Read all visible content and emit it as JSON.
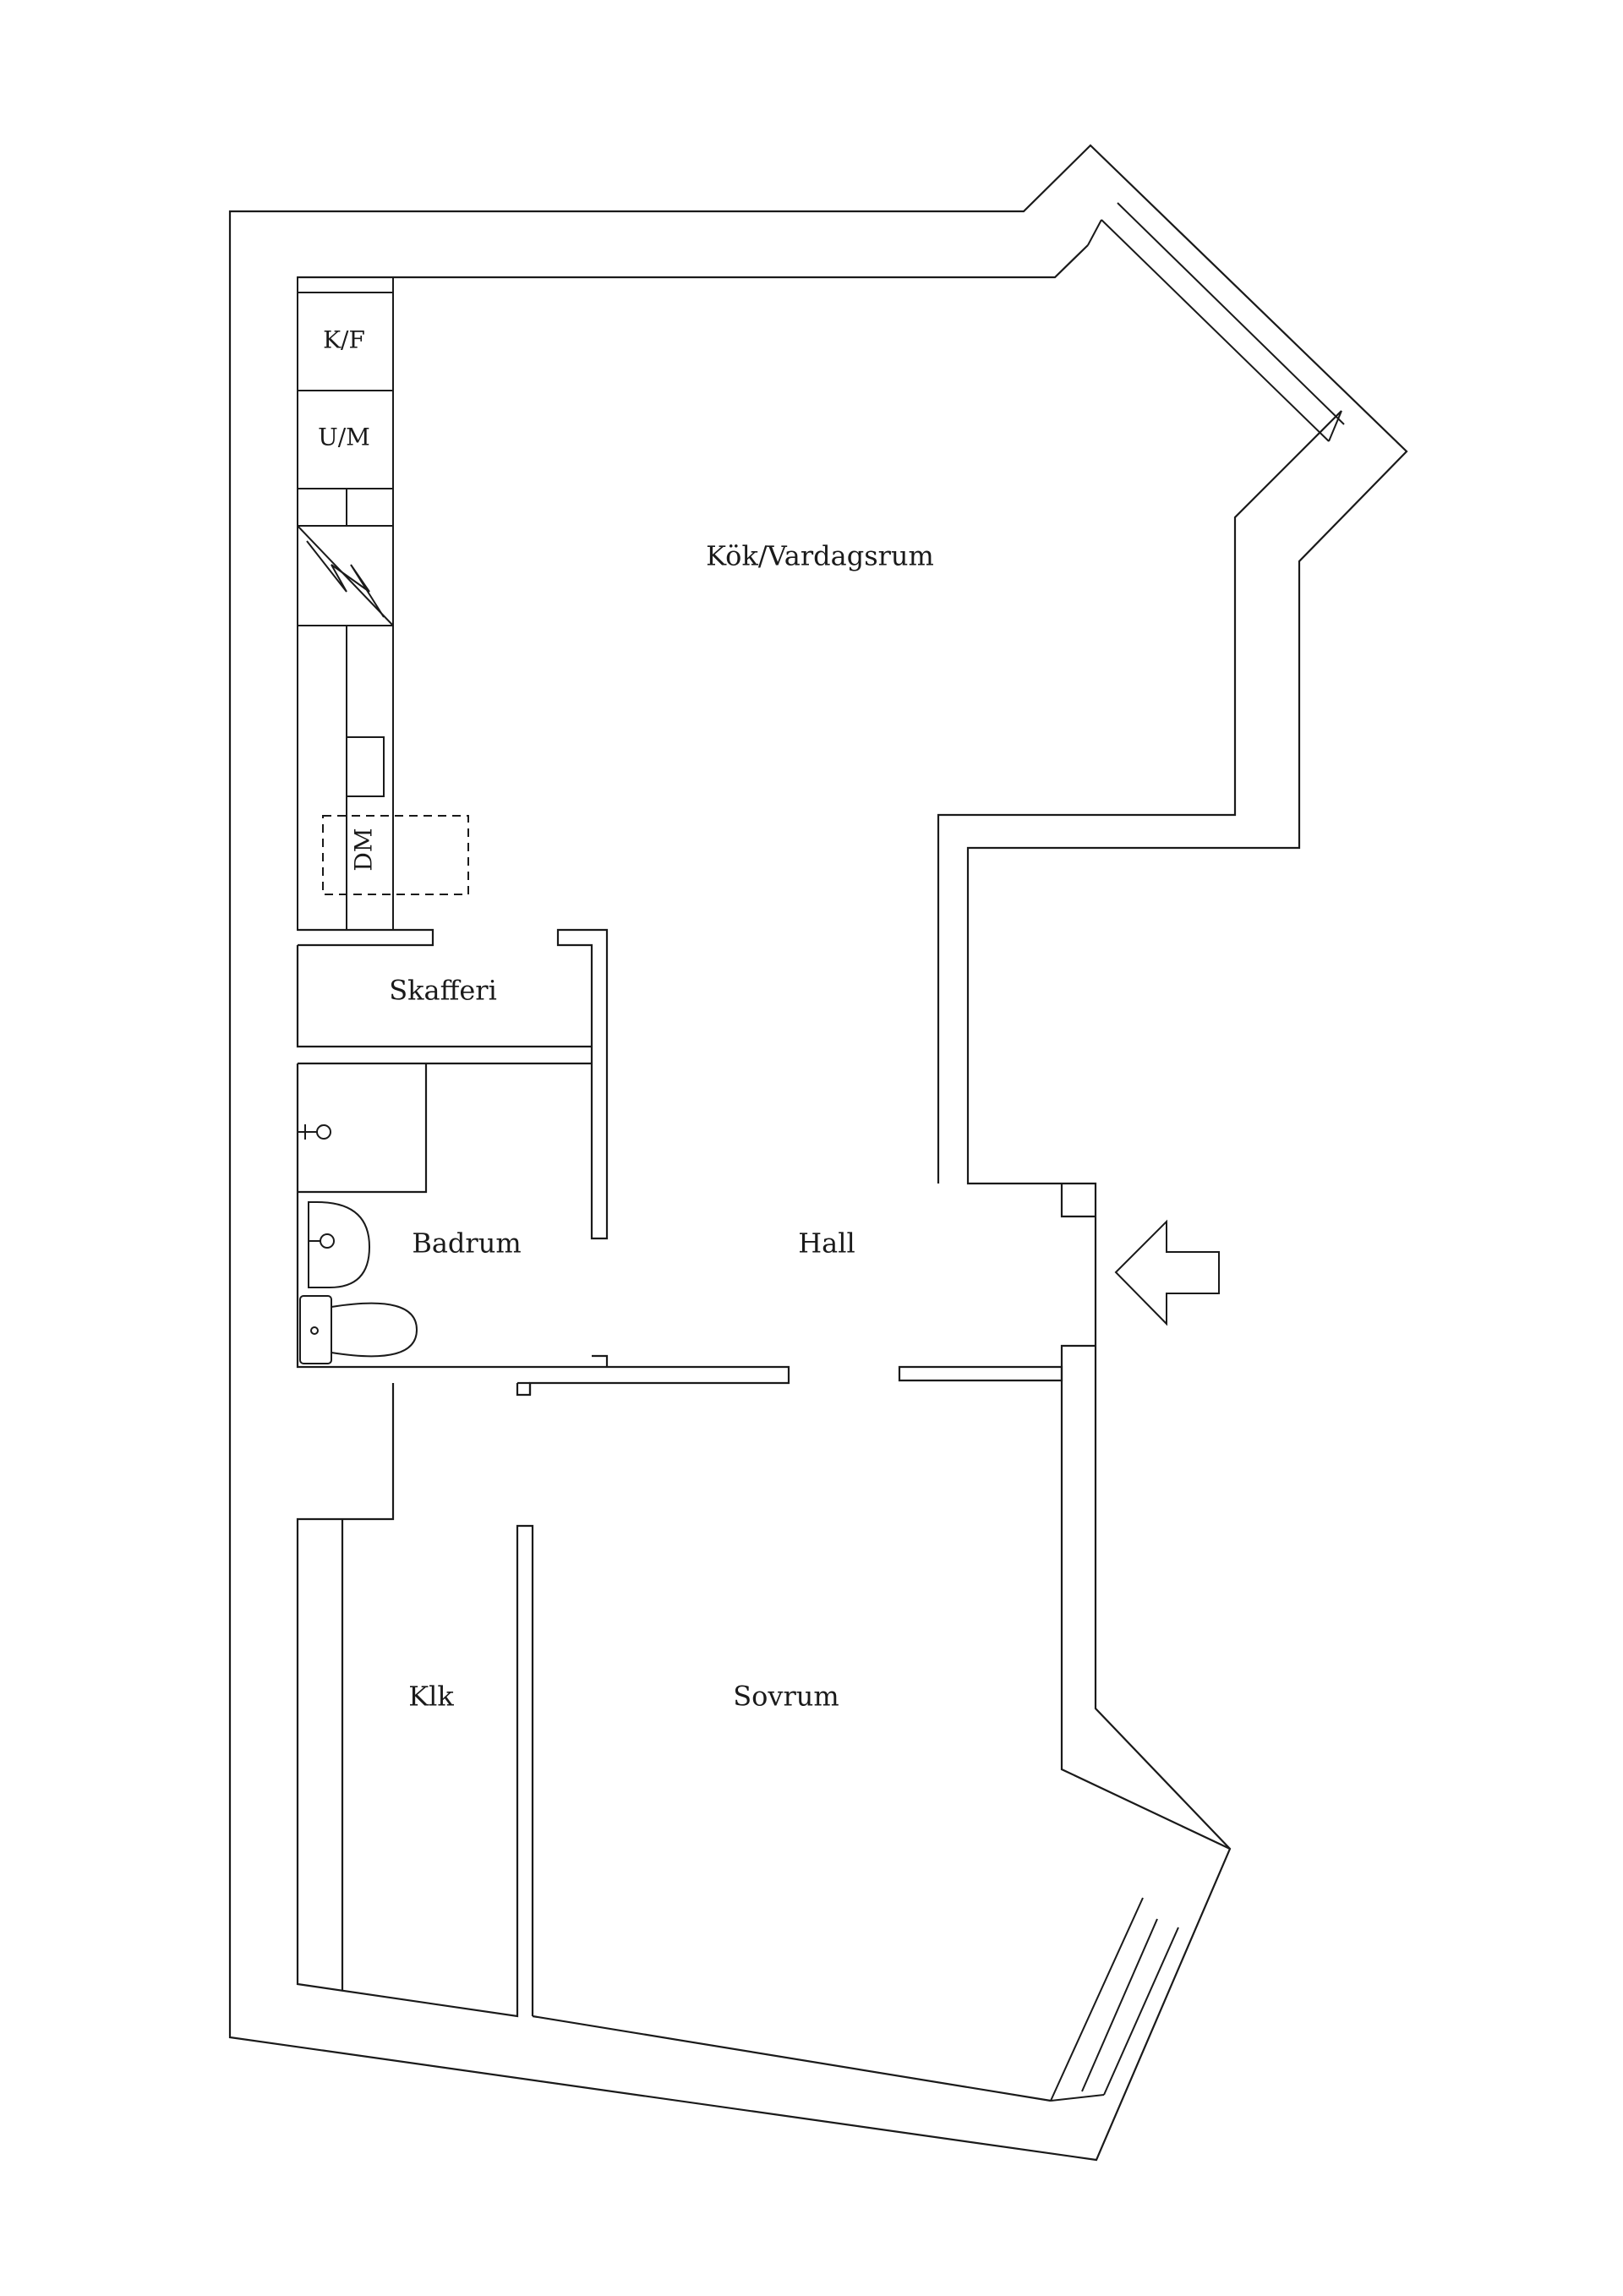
{
  "rooms": {
    "kitchen_living": "Kök/Vardagsrum",
    "pantry": "Skafferi",
    "bathroom": "Badrum",
    "hall": "Hall",
    "closet": "Klk",
    "bedroom": "Sovrum"
  },
  "fixtures": {
    "fridge_freezer": "K/F",
    "oven_microwave": "U/M",
    "dishwasher": "DM"
  },
  "icons": {
    "entrance": "entrance-arrow-icon",
    "stove": "stove-icon",
    "sink": "sink-icon",
    "toilet": "toilet-icon",
    "shower": "shower-icon"
  },
  "colors": {
    "line": "#1a1a1a",
    "background": "#ffffff"
  }
}
